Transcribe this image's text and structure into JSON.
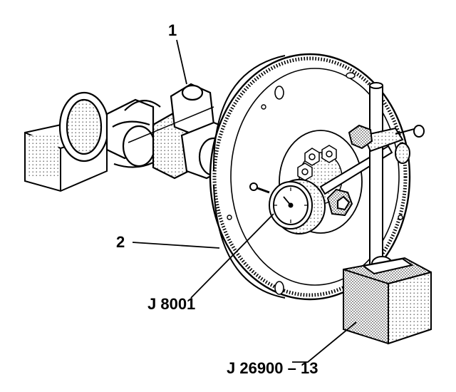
{
  "callouts": {
    "crankshaft_number": "1",
    "flywheel_number": "2",
    "dial_indicator_tool": "J 8001",
    "magnetic_base_tool": "J 26900 – 13"
  },
  "colors": {
    "ink": "#000000",
    "paper": "#ffffff",
    "stipple": "#9a9a9a"
  }
}
